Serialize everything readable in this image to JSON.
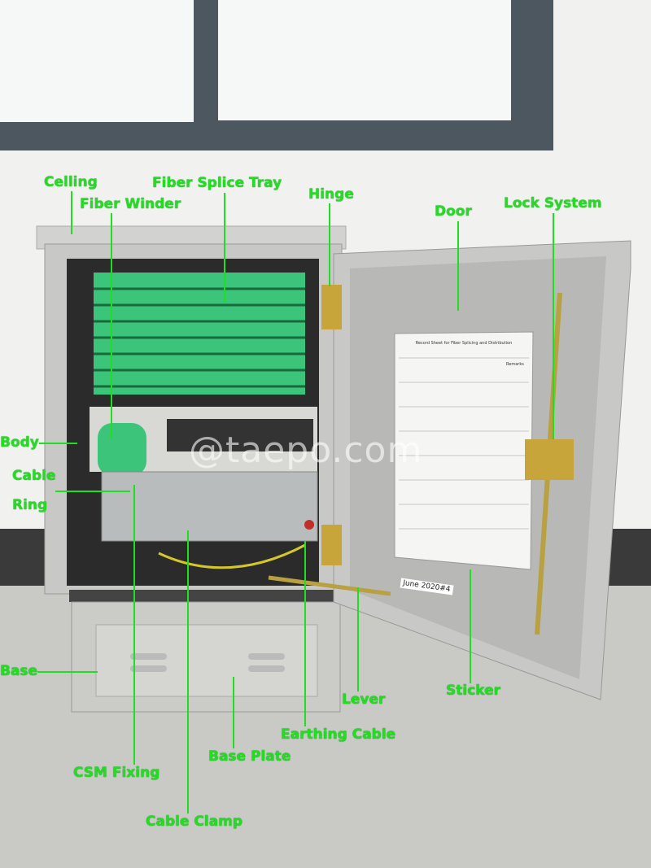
{
  "labels": {
    "celling": "Celling",
    "fiber_splice_tray": "Fiber Splice Tray",
    "fiber_winder": "Fiber Winder",
    "hinge": "Hinge",
    "door": "Door",
    "lock_system": "Lock System",
    "body": "Body",
    "cable": "Cable",
    "ring": "Ring",
    "base": "Base",
    "lever": "Lever",
    "sticker": "Sticker",
    "earthing_cable": "Earthing Cable",
    "base_plate": "Base Plate",
    "csm_fixing": "CSM Fixing",
    "cable_clamp": "Cable Clamp"
  },
  "watermark": "@taepo.com",
  "sticker": {
    "title": "Record Sheet for Fiber Splicing and Distribution",
    "remarks": "Remarks",
    "date_tag": "June 2020#4"
  },
  "colors": {
    "label": "#1fe01f",
    "tray": "#3cc47a"
  }
}
